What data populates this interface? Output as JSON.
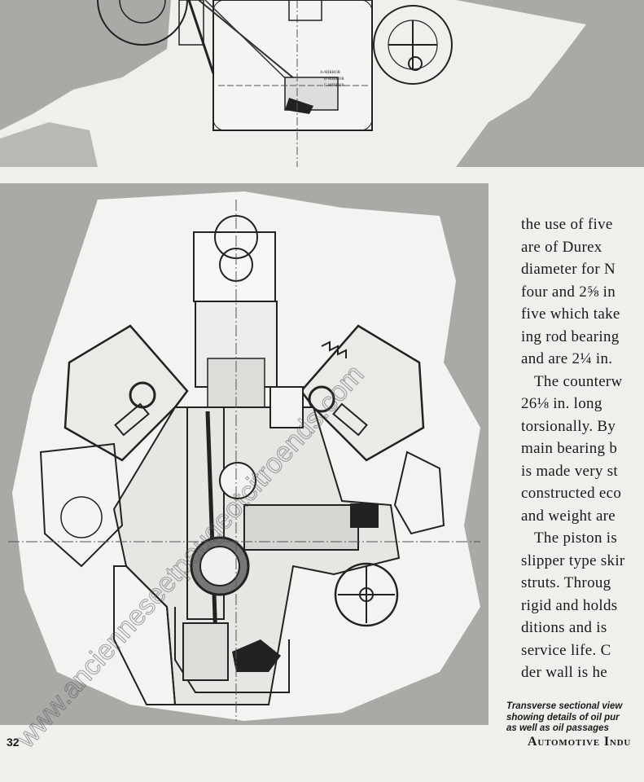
{
  "top_figure": {
    "labels": [
      "A-MIRROR",
      "B-MIRROR",
      "C-MIRROR"
    ]
  },
  "body_text": {
    "lines": [
      "the use of five",
      "are of Durex",
      "diameter for N",
      "four and 2⅝ in",
      "five which take",
      "ing rod bearing",
      "and are 2¼ in.",
      "The counterw",
      "26⅛ in. long",
      "torsionally. By",
      "main bearing b",
      "is made very st",
      "constructed eco",
      "and weight are",
      "The piston is",
      "slipper type skir",
      "struts. Throug",
      "rigid and holds",
      "ditions and is",
      "service life. C",
      "der wall is he"
    ]
  },
  "caption": {
    "lines": [
      "Transverse sectional view",
      "showing details of oil pur",
      "as well as oil passages"
    ]
  },
  "footer": {
    "page_number": "32",
    "journal": "Automotive Indu"
  },
  "watermark": {
    "text": "www.ancienneseetpeugeotcitroends.com"
  },
  "colors": {
    "paper": "#efefec",
    "shade": "#a9a9a6",
    "ink": "#1a1a1a"
  }
}
